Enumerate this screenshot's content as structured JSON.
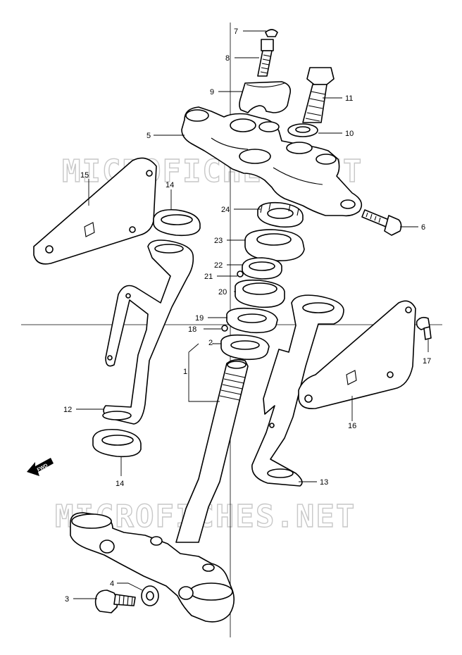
{
  "watermark": "MICROFICHES.NET",
  "fwd_label": "FWD",
  "callouts": {
    "c1": "1",
    "c2": "2",
    "c3": "3",
    "c4": "4",
    "c5": "5",
    "c6": "6",
    "c7": "7",
    "c8": "8",
    "c9": "9",
    "c10": "10",
    "c11": "11",
    "c12": "12",
    "c13": "13",
    "c14a": "14",
    "c14b": "14",
    "c15": "15",
    "c16": "16",
    "c17": "17",
    "c18": "18",
    "c19": "19",
    "c20": "20",
    "c21": "21",
    "c22": "22",
    "c23": "23",
    "c24": "24"
  }
}
